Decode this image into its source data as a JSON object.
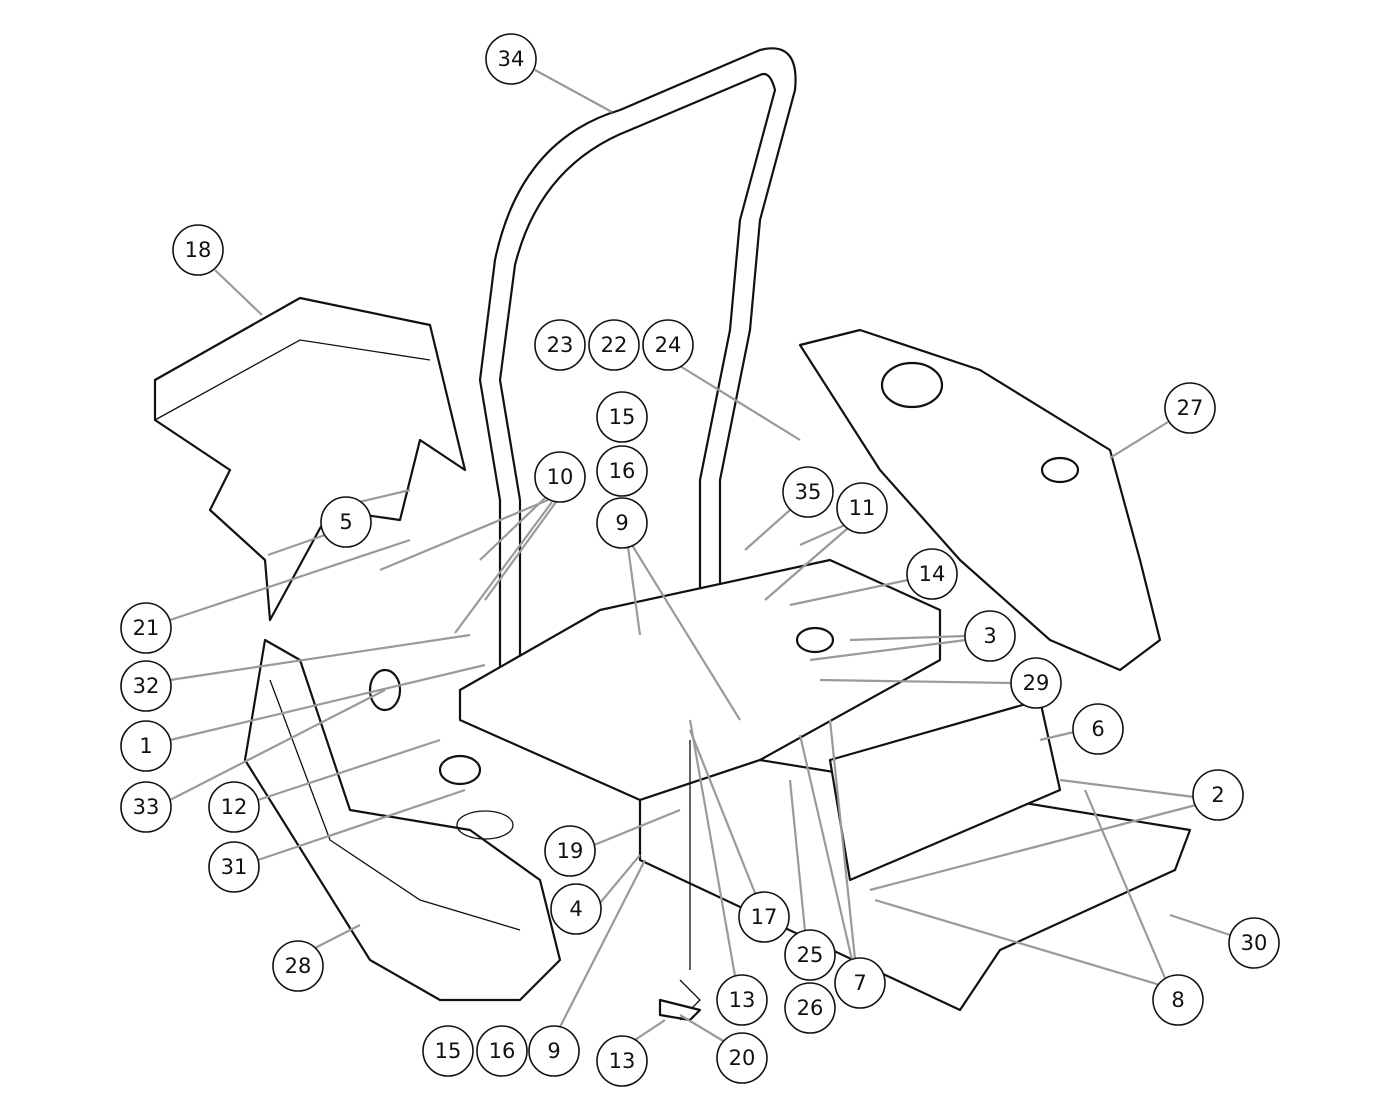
{
  "title": "Exploded parts diagram",
  "callouts": [
    "34",
    "18",
    "23",
    "22",
    "24",
    "15",
    "16",
    "10",
    "9",
    "35",
    "11",
    "5",
    "14",
    "27",
    "3",
    "29",
    "21",
    "32",
    "6",
    "1",
    "2",
    "33",
    "12",
    "31",
    "19",
    "4",
    "17",
    "25",
    "26",
    "7",
    "13",
    "30",
    "8",
    "28",
    "15",
    "16",
    "9",
    "13",
    "20"
  ],
  "colors": {
    "line": "#111111",
    "leader": "#9a9a9a"
  }
}
